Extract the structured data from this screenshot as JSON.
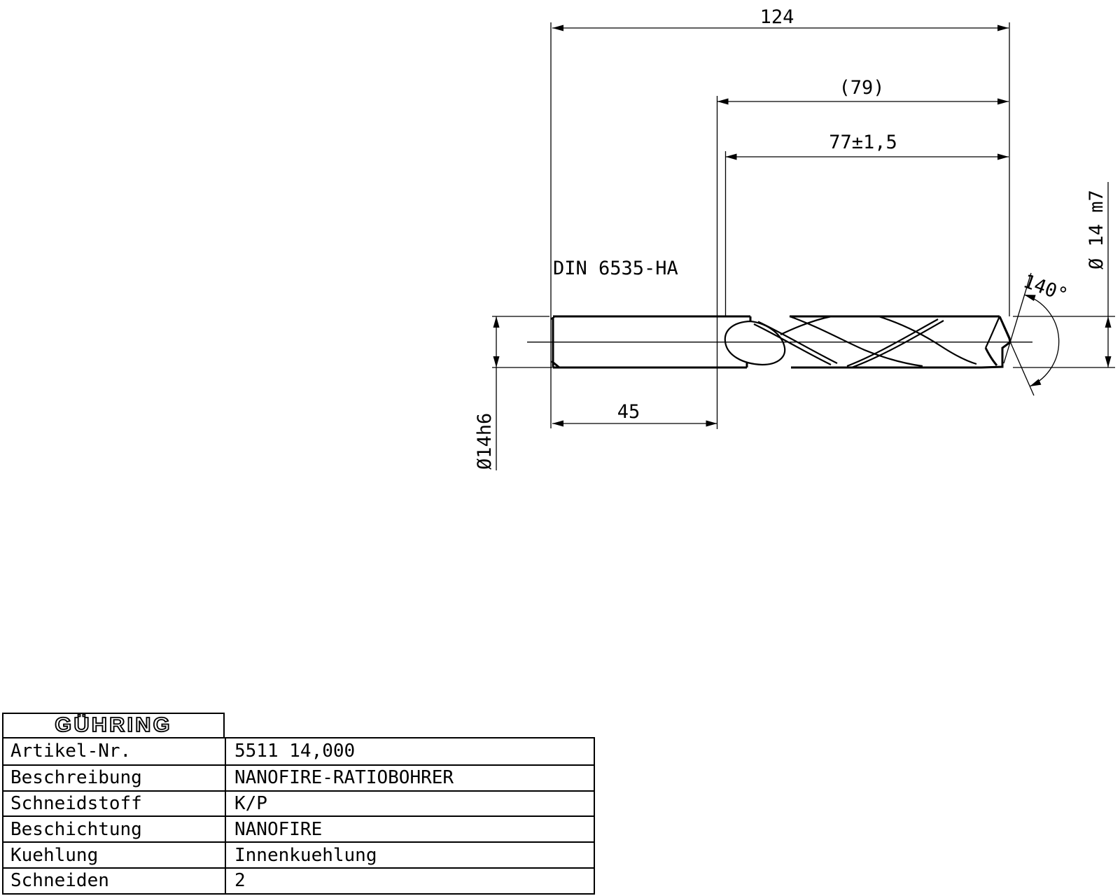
{
  "drawing": {
    "standard_label": "DIN 6535-HA",
    "dimensions": {
      "overall_length": "124",
      "flute_length_ref": "(79)",
      "flute_length_tol": "77±1,5",
      "shank_length": "45",
      "shank_diameter": "Ø14h6",
      "cutting_diameter": "Ø 14 m7",
      "point_angle": "140°"
    }
  },
  "table": {
    "logo": "GÜHRING",
    "rows": [
      {
        "label": "Artikel-Nr.",
        "value": "5511 14,000"
      },
      {
        "label": "Beschreibung",
        "value": "NANOFIRE-RATIOBOHRER"
      },
      {
        "label": "Schneidstoff",
        "value": "K/P"
      },
      {
        "label": "Beschichtung",
        "value": "NANOFIRE"
      },
      {
        "label": "Kuehlung",
        "value": "Innenkuehlung"
      },
      {
        "label": "Schneiden",
        "value": "2"
      }
    ]
  }
}
